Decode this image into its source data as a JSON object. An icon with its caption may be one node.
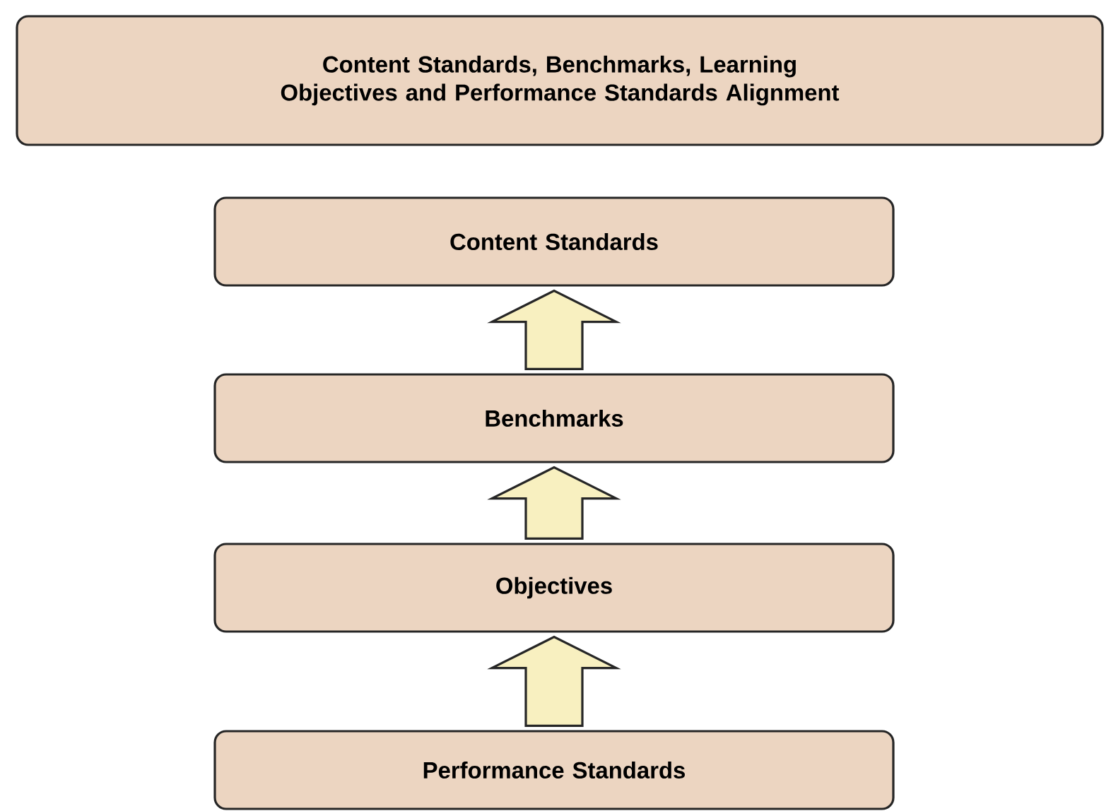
{
  "diagram": {
    "nodes": [
      {
        "text": [
          "Content Standards, Benchmarks, Learning Objectives and Performance Standards Alignment"
        ]
      },
      {
        "text": [
          "Content Standards"
        ]
      },
      {
        "text": [
          "Benchmarks"
        ]
      },
      {
        "text": [
          "Objectives"
        ]
      },
      {
        "text": [
          "Performance Standards"
        ]
      }
    ],
    "edges": [
      {
        "from": 2,
        "to": 1,
        "arrow": "to"
      },
      {
        "from": 3,
        "to": 2,
        "arrow": "to"
      },
      {
        "from": 4,
        "to": 3,
        "arrow": "to"
      }
    ]
  }
}
